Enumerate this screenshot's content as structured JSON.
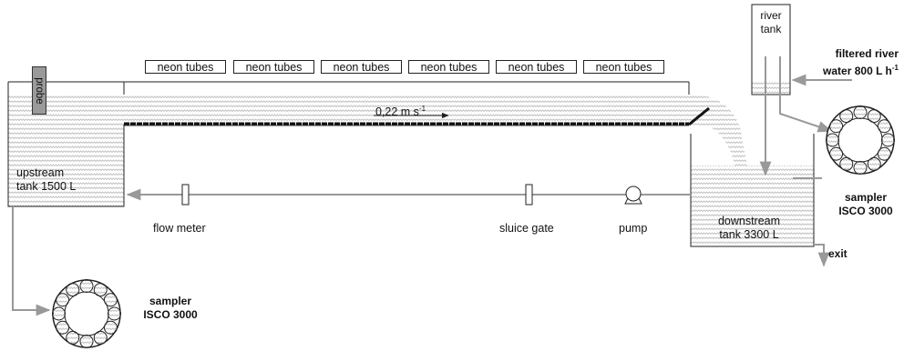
{
  "neon_tubes": [
    "neon tubes",
    "neon tubes",
    "neon tubes",
    "neon tubes",
    "neon tubes",
    "neon tubes"
  ],
  "probe": "probe",
  "velocity": {
    "value": "0,22 m s",
    "exp": "-1"
  },
  "upstream_tank": {
    "line1": "upstream",
    "line2": "tank 1500 L"
  },
  "downstream_tank": {
    "line1": "downstream",
    "line2": "tank 3300 L"
  },
  "river_tank": {
    "line1": "river",
    "line2": "tank"
  },
  "filtered": {
    "line1": "filtered river",
    "line2": "water 800 L h",
    "exp": "-1"
  },
  "flow_meter": "flow meter",
  "sluice_gate": "sluice gate",
  "pump": "pump",
  "exit": "exit",
  "sampler_right": {
    "line1": "sampler",
    "line2": "ISCO 3000"
  },
  "sampler_left": {
    "line1": "sampler",
    "line2": "ISCO 3000"
  }
}
